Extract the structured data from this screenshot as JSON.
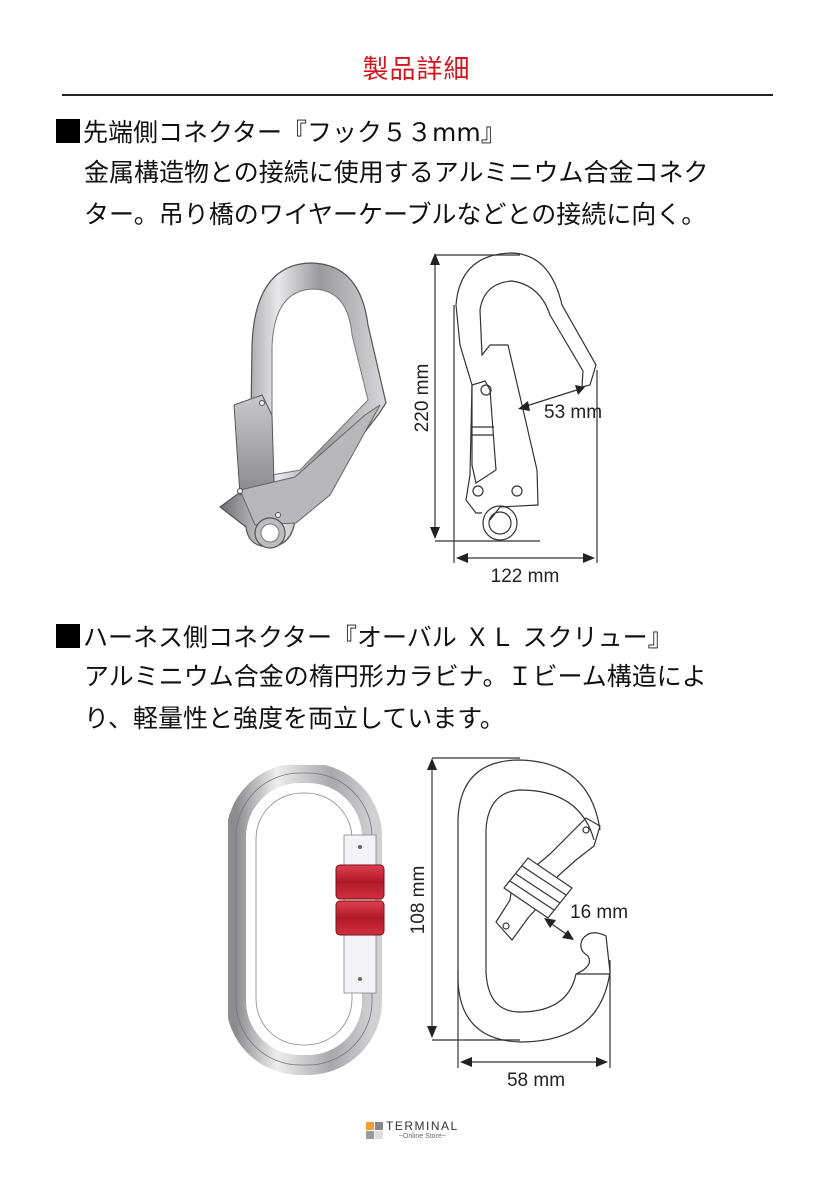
{
  "header": {
    "title": "製品詳細",
    "title_color": "#d2141c"
  },
  "sections": [
    {
      "heading": "先端側コネクター『フック５３mm』",
      "description_lines": [
        "金属構造物との接続に使用するアルミニウム合金コネク",
        "ター。吊り橋のワイヤーケーブルなどとの接続に向く。"
      ],
      "photo_alt": "silver-snap-hook-photo",
      "diagram": {
        "height_label": "220 mm",
        "width_label": "122 mm",
        "gate_label": "53 mm"
      }
    },
    {
      "heading": "ハーネス側コネクター『オーバル ＸＬ スクリュー』",
      "description_lines": [
        "アルミニウム合金の楕円形カラビナ。Ｉビーム構造によ",
        "り、軽量性と強度を両立しています。"
      ],
      "photo_alt": "oval-screw-carabiner-photo",
      "diagram": {
        "height_label": "108 mm",
        "width_label": "58 mm",
        "gate_label": "16 mm"
      }
    }
  ],
  "footer": {
    "logo_main": "TERMINAL",
    "logo_sub": "~Online Store~",
    "logo_colors": [
      "#f0a030",
      "#888888",
      "#999999",
      "#dddddd"
    ]
  }
}
